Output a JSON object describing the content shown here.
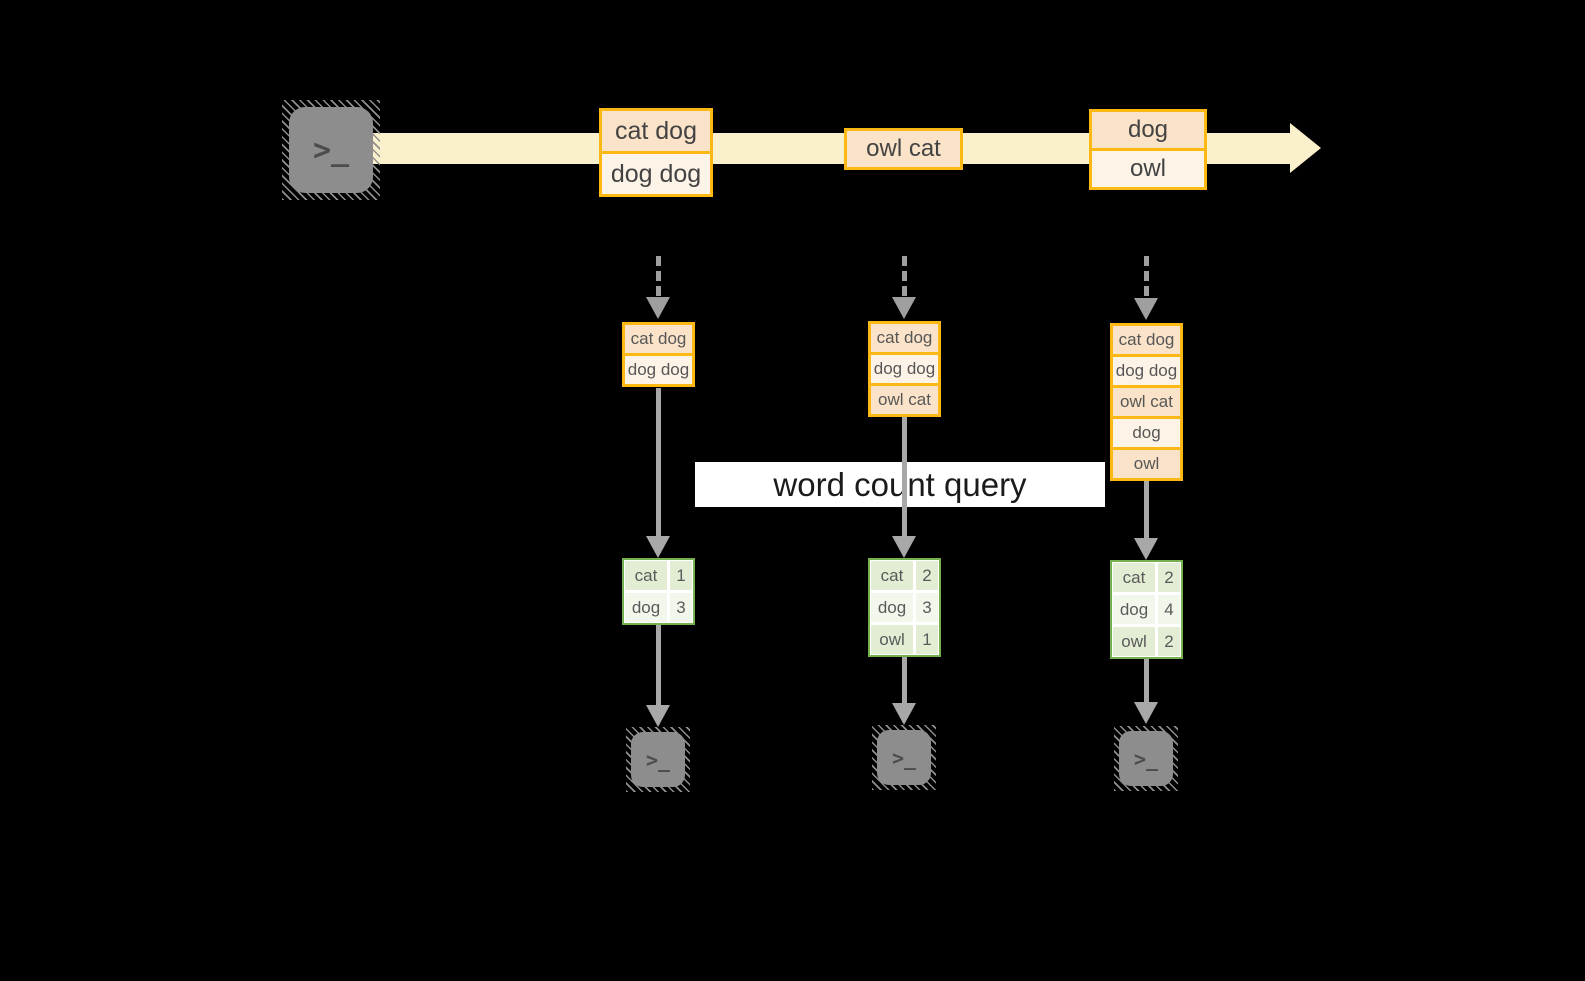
{
  "query": {
    "label": "word count query"
  },
  "icons": {
    "terminal_glyph": ">_"
  },
  "stream": {
    "events": [
      {
        "rows": [
          "cat dog",
          "dog dog"
        ]
      },
      {
        "rows": [
          "owl cat"
        ]
      },
      {
        "rows": [
          "dog",
          "owl"
        ]
      }
    ]
  },
  "columns": [
    {
      "state_rows": [
        "cat dog",
        "dog dog"
      ],
      "result": {
        "rows": [
          {
            "word": "cat",
            "count": "1"
          },
          {
            "word": "dog",
            "count": "3"
          }
        ]
      }
    },
    {
      "state_rows": [
        "cat dog",
        "dog dog",
        "owl cat"
      ],
      "result": {
        "rows": [
          {
            "word": "cat",
            "count": "2"
          },
          {
            "word": "dog",
            "count": "3"
          },
          {
            "word": "owl",
            "count": "1"
          }
        ]
      }
    },
    {
      "state_rows": [
        "cat dog",
        "dog dog",
        "owl cat",
        "dog",
        "owl"
      ],
      "result": {
        "rows": [
          {
            "word": "cat",
            "count": "2"
          },
          {
            "word": "dog",
            "count": "4"
          },
          {
            "word": "owl",
            "count": "2"
          }
        ]
      }
    }
  ],
  "colors": {
    "background": "#000000",
    "stream_band": "#fbf0cc",
    "event_border": "#fcb813",
    "event_fill_dark": "#fae3c8",
    "event_fill_light": "#fdf3e6",
    "table_border": "#76b14e",
    "table_fill_a": "#e2edd4",
    "table_fill_b": "#f2f7ec",
    "arrow_gray": "#a8a8a8",
    "terminal_gray": "#8d8d8d",
    "banner_bg": "#ffffff"
  }
}
